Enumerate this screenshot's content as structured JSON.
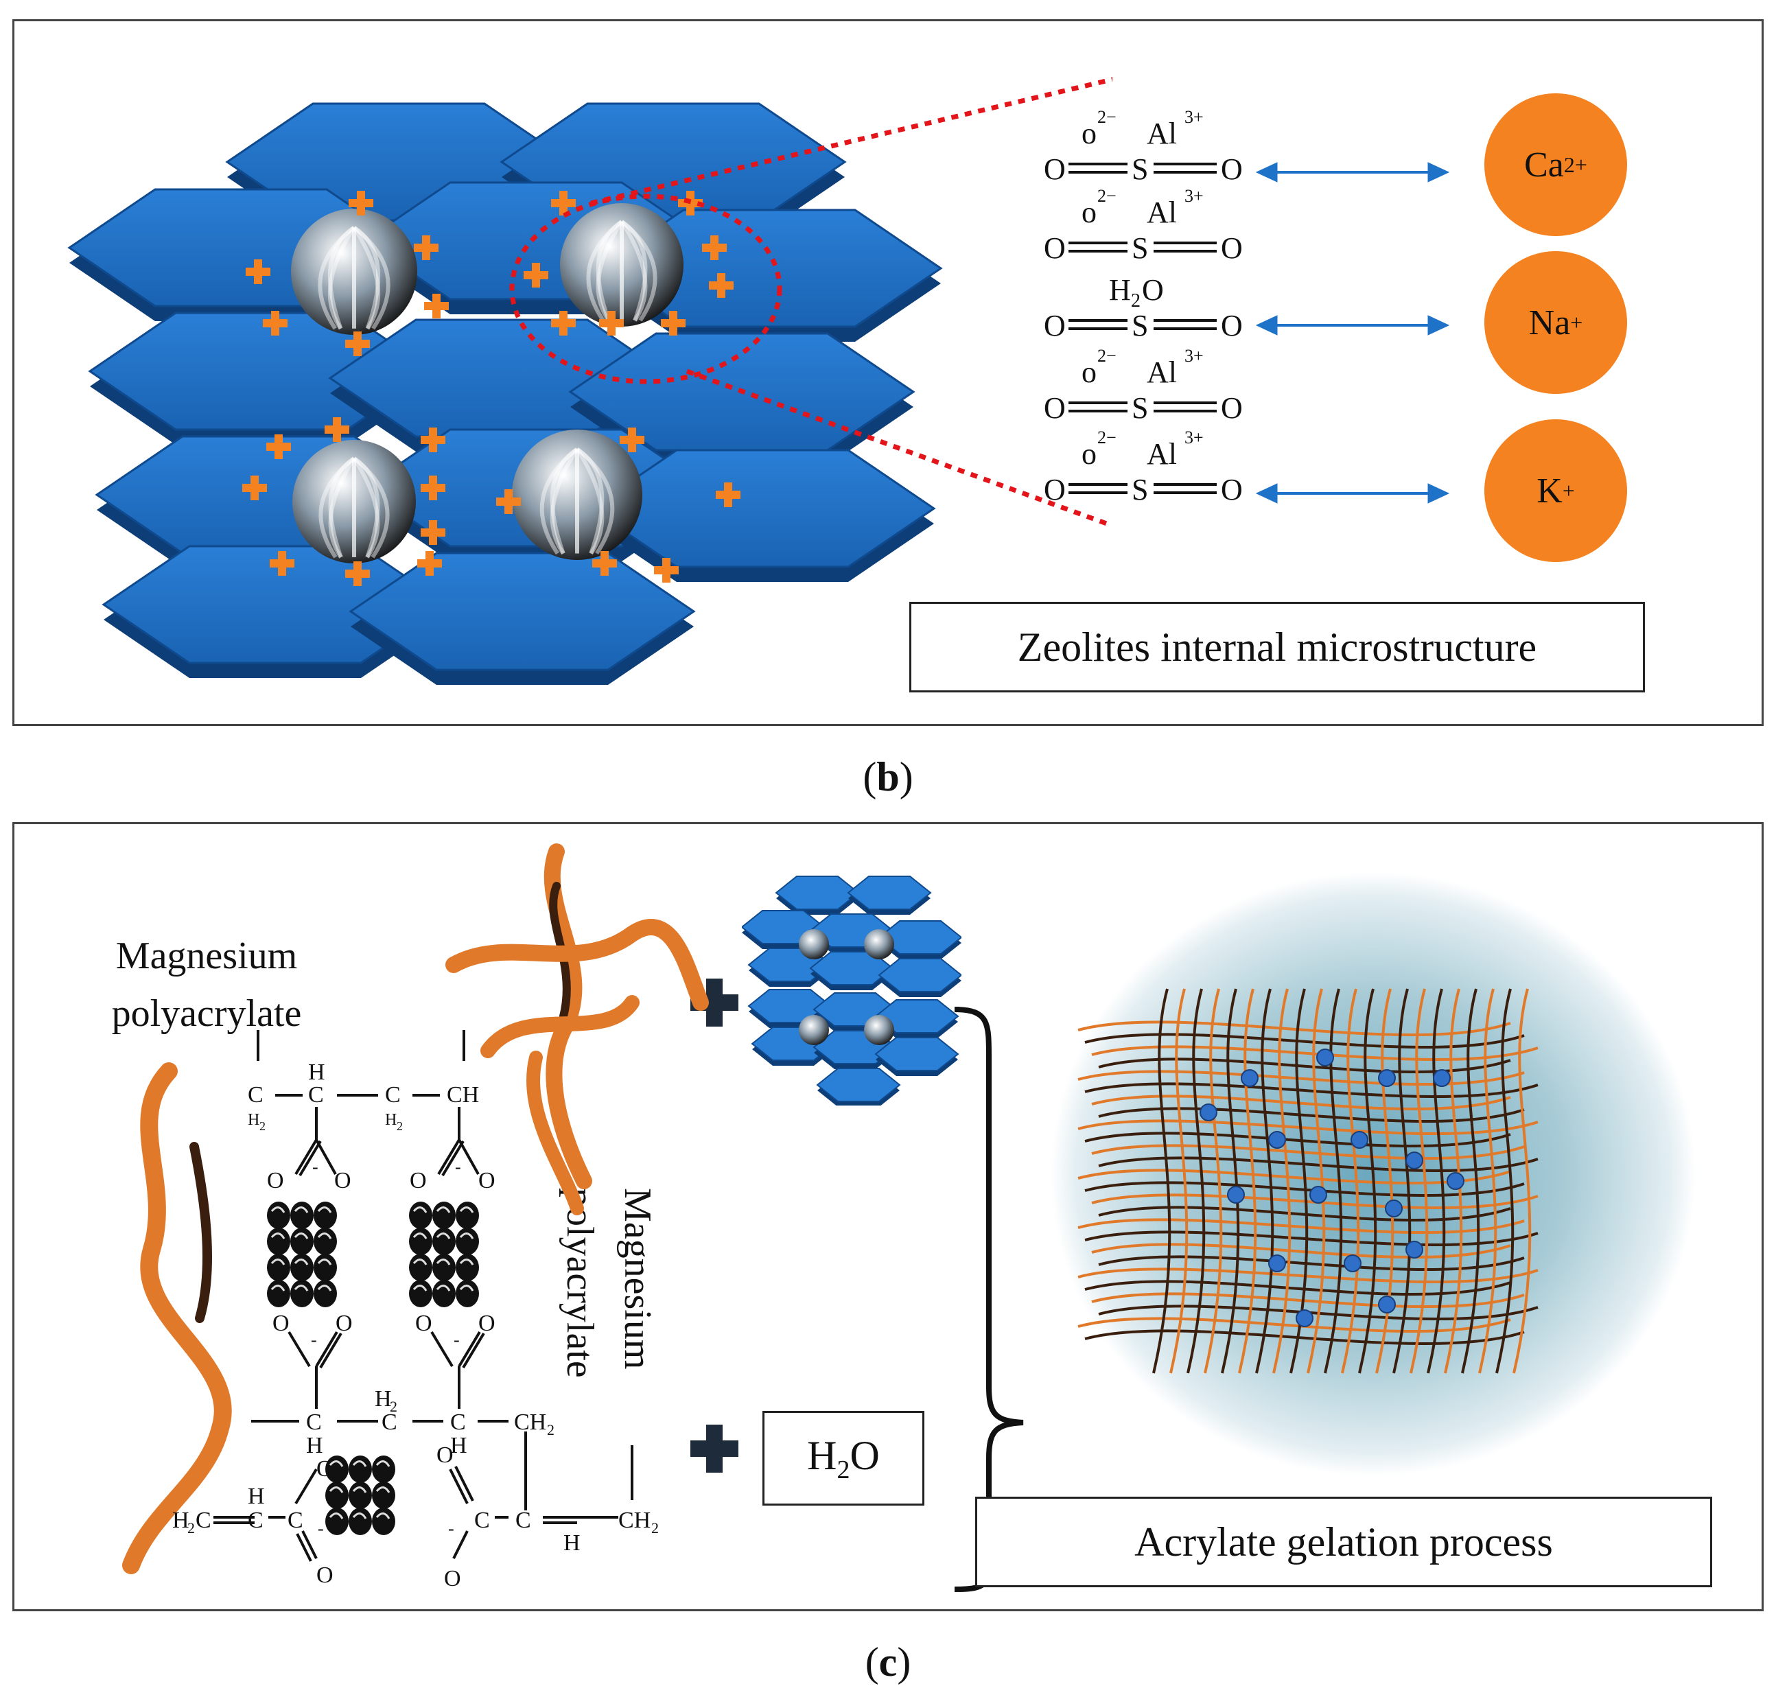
{
  "panel_b": {
    "caption_letter": "b",
    "label": "Zeolites internal microstructure",
    "rows": [
      {
        "left": "O",
        "center": "S",
        "right": "O",
        "top_left": "o",
        "top_left_sup": "2−",
        "top_right": "Al",
        "top_right_sup": "3+"
      },
      {
        "left": "O",
        "center": "S",
        "right": "O",
        "top_left": "o",
        "top_left_sup": "2−",
        "top_right": "Al",
        "top_right_sup": "3+"
      },
      {
        "left": "O",
        "center": "S",
        "right": "O",
        "top_center": "H",
        "top_center_sub": "2",
        "top_center_tail": "O"
      },
      {
        "left": "O",
        "center": "S",
        "right": "O",
        "top_left": "o",
        "top_left_sup": "2−",
        "top_right": "Al",
        "top_right_sup": "3+"
      },
      {
        "left": "O",
        "center": "S",
        "right": "O",
        "top_left": "o",
        "top_left_sup": "2−",
        "top_right": "Al",
        "top_right_sup": "3+"
      }
    ],
    "ions": [
      {
        "symbol": "Ca",
        "charge": "2+"
      },
      {
        "symbol": "Na",
        "charge": "+"
      },
      {
        "symbol": "K",
        "charge": "+"
      }
    ],
    "colors": {
      "hexagon": "#1f6fc4",
      "hexagon_edge": "#0d3e77",
      "ion": "#f58220",
      "plus": "#f58220",
      "arrow": "#1e73c8",
      "zoom_line": "#e3151a"
    }
  },
  "panel_c": {
    "caption_letter": "c",
    "label": "Acrylate gelation process",
    "polymer_label_top_line1": "Magnesium",
    "polymer_label_top_line2": "polyacrylate",
    "polymer_label_side_line1": "Magnesium",
    "polymer_label_side_line2": "polyacrylate",
    "water_label": {
      "main": "H",
      "sub": "2",
      "tail": "O"
    },
    "structure_text": {
      "ch2_a_main": "C",
      "ch2_a_sub": "H",
      "ch2_a_subsub": "2",
      "ch_h": "H",
      "ch_c": "C",
      "ch2_b_main": "C",
      "ch2_b_sub": "H",
      "ch2_b_subsub": "2",
      "ch_label": "CH",
      "o": "O",
      "minus": "-",
      "h2": "H",
      "h2_sub": "2",
      "ch2_right": "CH",
      "ch2_right_sub": "2",
      "h2c_main": "H",
      "h2c_sub": "2",
      "h2c_tail": "C",
      "h": "H"
    },
    "colors": {
      "fiber_orange": "#e07a2a",
      "fiber_dark": "#3a1e0e",
      "plus": "#1d2b3a",
      "gel_bg": "#8fb8c8"
    }
  }
}
